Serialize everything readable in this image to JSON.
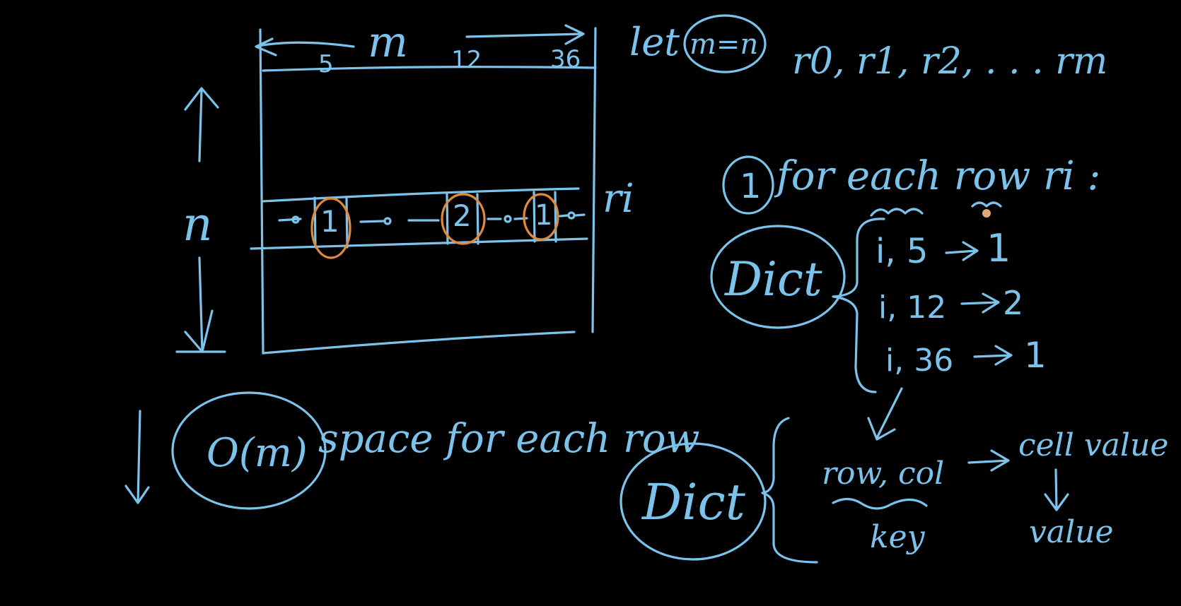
{
  "matrix": {
    "col_dim_label": "m",
    "row_dim_label": "n",
    "col_ticks": [
      "5",
      "12",
      "36"
    ],
    "row_label": "ri",
    "cell_values": [
      "1",
      "2",
      "1"
    ]
  },
  "let_text": "let",
  "let_circled": "m=n",
  "rows_sequence": "r0, r1, r2, . . . rm",
  "step": {
    "number": "1",
    "text": "for each row ri :"
  },
  "dict1": {
    "label": "Dict",
    "entries": [
      {
        "key": "i, 5",
        "value": "1"
      },
      {
        "key": "i, 12",
        "value": "2"
      },
      {
        "key": "i, 36",
        "value": "1"
      }
    ]
  },
  "space_note": {
    "circled": "O(m)",
    "text": "space for each row"
  },
  "dict2": {
    "label": "Dict",
    "key_text": "row, col",
    "key_caption": "key",
    "value_text": "cell value",
    "value_caption": "value"
  }
}
